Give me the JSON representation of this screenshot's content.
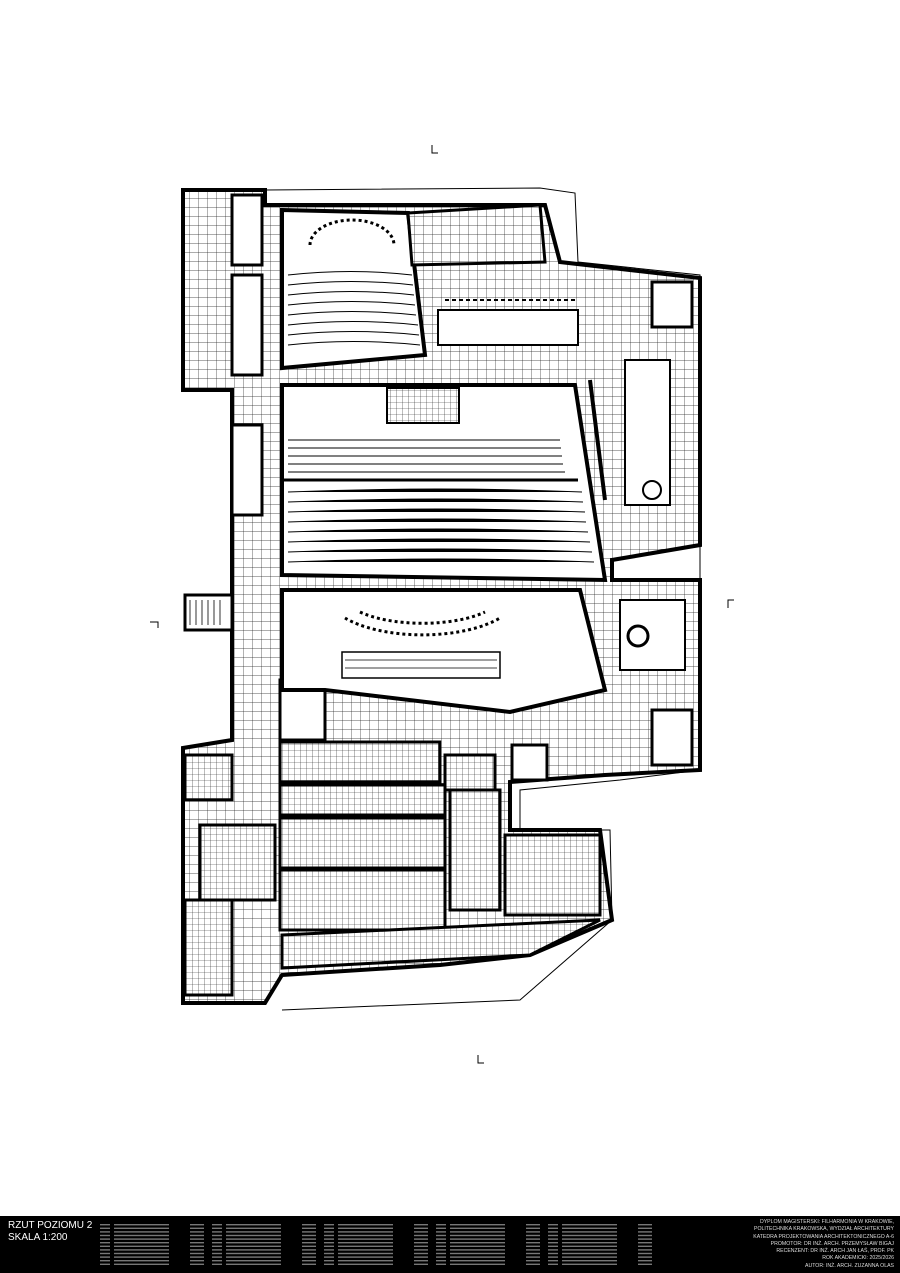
{
  "drawing": {
    "title": "RZUT POZIOMU 2",
    "scale": "SKALA 1:200"
  },
  "credits": [
    "DYPLOM MAGISTERSKI: FILHARMONIA W KRAKOWIE,",
    "POLITECHNIKA KRAKOWSKA, WYDZIAŁ ARCHITEKTURY",
    "KATEDRA PROJEKTOWANIA ARCHITEKTONICZNEGO A-6",
    "PROMOTOR: DR INŻ. ARCH. PRZEMYSŁAW BIGAJ",
    "RECENZENT: DR INŻ. ARCH JAN ŁAŚ, PROF. PK",
    "ROK AKADEMICKI: 2025/2026",
    "AUTOR: INŻ. ARCH. ZUZANNA OLAS"
  ],
  "colors": {
    "ink": "#000000",
    "paper": "#ffffff",
    "grid": "#333333"
  }
}
